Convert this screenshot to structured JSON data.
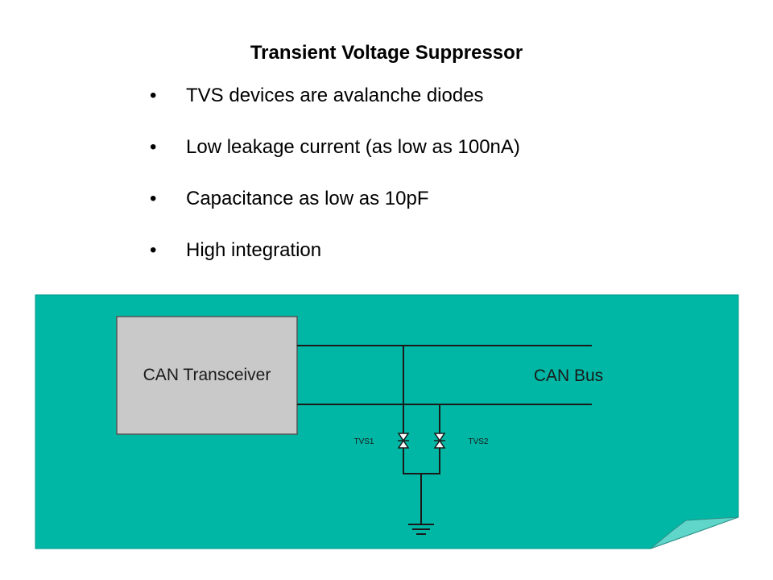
{
  "slide": {
    "title": "Transient Voltage Suppressor",
    "bullets": [
      "TVS devices are avalanche diodes",
      "Low leakage current (as low as 100nA)",
      "Capacitance as low as 10pF",
      "High integration"
    ],
    "bullet_symbol": "•"
  },
  "diagram": {
    "transceiver_label": "CAN Transceiver",
    "bus_label": "CAN Bus",
    "tvs1_label": "TVS1",
    "tvs2_label": "TVS2",
    "colors": {
      "background": "#00b7a5",
      "transceiver_fill": "#c9c9c9",
      "wire": "#1a1a1a",
      "page_curl": "#5fd6c9"
    }
  }
}
